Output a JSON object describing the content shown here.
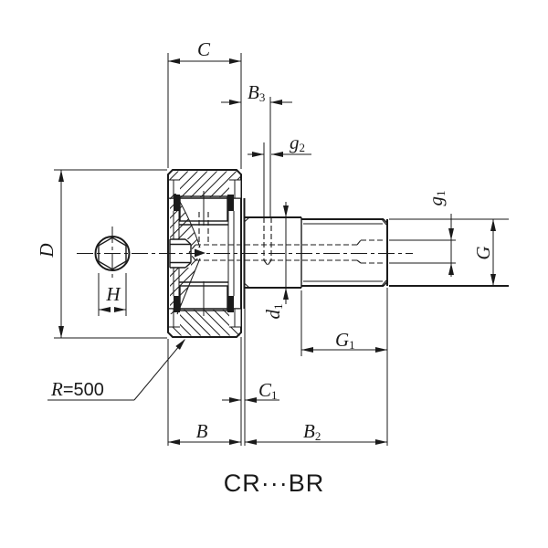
{
  "title": "CR···BR",
  "colors": {
    "line": "#1a1a1a",
    "background": "#ffffff"
  },
  "drawing": {
    "type": "engineering-dimension-drawing",
    "part": "cam follower with hexagon socket, crowned outer ring (R=500)",
    "labels": {
      "C": {
        "main": "C"
      },
      "B3": {
        "main": "B",
        "sub": "3"
      },
      "g2": {
        "main": "g",
        "sub": "2"
      },
      "D": {
        "main": "D"
      },
      "H": {
        "main": "H"
      },
      "R": {
        "main": "R",
        "value": "=500"
      },
      "d1": {
        "main": "d",
        "sub": "1"
      },
      "C1": {
        "main": "C",
        "sub": "1"
      },
      "B": {
        "main": "B"
      },
      "B2": {
        "main": "B",
        "sub": "2"
      },
      "G1": {
        "main": "G",
        "sub": "1"
      },
      "g1": {
        "main": "g",
        "sub": "1"
      },
      "G": {
        "main": "G"
      }
    }
  }
}
